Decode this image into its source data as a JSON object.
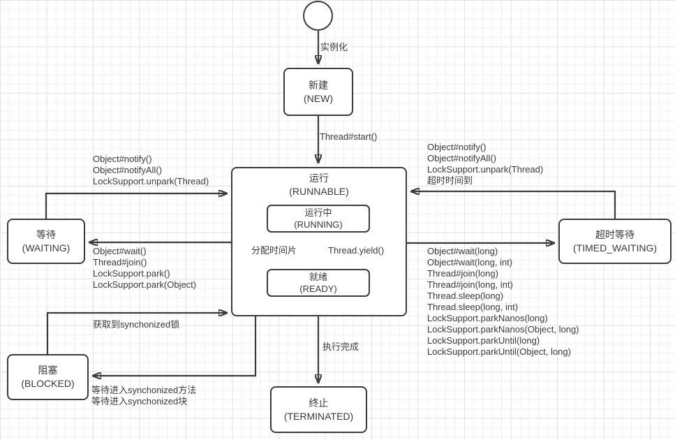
{
  "diagram": {
    "nodes": {
      "new": {
        "title": "新建",
        "subtitle": "(NEW)"
      },
      "runnable": {
        "title": "运行",
        "subtitle": "(RUNNABLE)"
      },
      "running": {
        "title": "运行中",
        "subtitle": "(RUNNING)"
      },
      "ready": {
        "title": "就绪",
        "subtitle": "(READY)"
      },
      "waiting": {
        "title": "等待",
        "subtitle": "(WAITING)"
      },
      "timed_waiting": {
        "title": "超时等待",
        "subtitle": "(TIMED_WAITING)"
      },
      "blocked": {
        "title": "阻塞",
        "subtitle": "(BLOCKED)"
      },
      "terminated": {
        "title": "终止",
        "subtitle": "(TERMINATED)"
      }
    },
    "edge_labels": {
      "instantiate": "实例化",
      "thread_start": "Thread#start()",
      "waiting_to_runnable": [
        "Object#notify()",
        "Object#notifyAll()",
        "LockSupport.unpark(Thread)"
      ],
      "runnable_to_waiting": [
        "Object#wait()",
        "Thread#join()",
        "LockSupport.park()",
        "LockSupport.park(Object)"
      ],
      "blocked_to_runnable": "获取到synchonized锁",
      "runnable_to_blocked": [
        "等待进入synchonized方法",
        "等待进入synchonized块"
      ],
      "execution_complete": "执行完成",
      "timed_to_runnable": [
        "Object#notify()",
        "Object#notifyAll()",
        "LockSupport.unpark(Thread)",
        "超时时间到"
      ],
      "runnable_to_timed": [
        "Object#wait(long)",
        "Object#wait(long, int)",
        "Thread#join(long)",
        "Thread#join(long, int)",
        "Thread.sleep(long)",
        "Thread.sleep(long, int)",
        "LockSupport.parkNanos(long)",
        "LockSupport.parkNanos(Object, long)",
        "LockSupport.parkUntil(long)",
        "LockSupport.parkUntil(Object, long)"
      ],
      "allocate_timeslice": "分配时间片",
      "thread_yield": "Thread.yield()"
    },
    "colors": {
      "stroke": "#3b3b3b",
      "text": "#383838",
      "grid_minor": "#f0f0f0",
      "grid_major": "#e2e2e2",
      "background": "#ffffff"
    }
  }
}
